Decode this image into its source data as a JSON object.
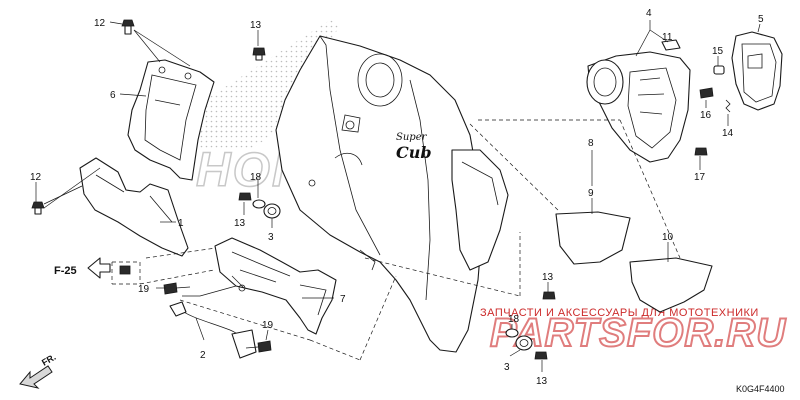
{
  "diagram": {
    "figure_code": "K0G4F4400",
    "reference_label": "F-25",
    "front_label": "FR.",
    "logo_text": {
      "line1": "Super",
      "line2": "Cub"
    },
    "watermark": {
      "tagline": "ЗАПЧАСТИ И АКСЕССУАРЫ ДЛЯ МОТОТЕХНИКИ",
      "brand": "PARTSFOR.RU"
    },
    "background_brand": "HONDA",
    "callouts": [
      {
        "id": "12a",
        "text": "12"
      },
      {
        "id": "6",
        "text": "6"
      },
      {
        "id": "12b",
        "text": "12"
      },
      {
        "id": "1",
        "text": "1"
      },
      {
        "id": "13a",
        "text": "13"
      },
      {
        "id": "18a",
        "text": "18"
      },
      {
        "id": "13b",
        "text": "13"
      },
      {
        "id": "3a",
        "text": "3"
      },
      {
        "id": "19a",
        "text": "19"
      },
      {
        "id": "2",
        "text": "2"
      },
      {
        "id": "19b",
        "text": "19"
      },
      {
        "id": "7",
        "text": "7"
      },
      {
        "id": "4",
        "text": "4"
      },
      {
        "id": "11",
        "text": "11"
      },
      {
        "id": "5",
        "text": "5"
      },
      {
        "id": "15",
        "text": "15"
      },
      {
        "id": "16",
        "text": "16"
      },
      {
        "id": "14",
        "text": "14"
      },
      {
        "id": "17",
        "text": "17"
      },
      {
        "id": "8",
        "text": "8"
      },
      {
        "id": "9",
        "text": "9"
      },
      {
        "id": "10",
        "text": "10"
      },
      {
        "id": "13c",
        "text": "13"
      },
      {
        "id": "18b",
        "text": "18"
      },
      {
        "id": "3b",
        "text": "3"
      },
      {
        "id": "13d",
        "text": "13"
      }
    ]
  }
}
